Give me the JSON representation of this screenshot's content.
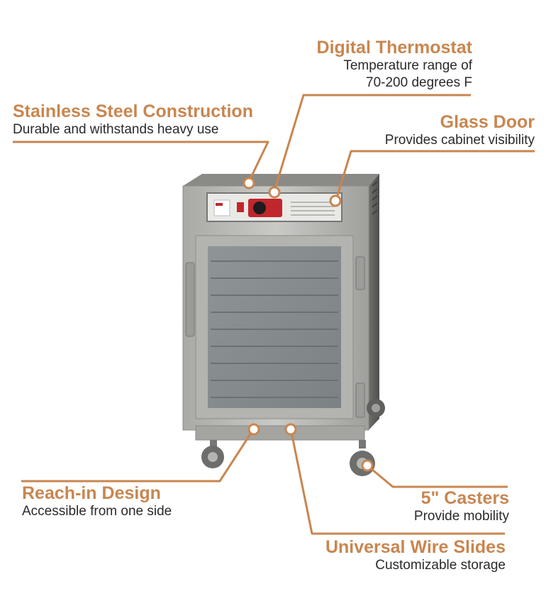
{
  "callouts": {
    "digital_thermostat": {
      "title": "Digital Thermostat",
      "desc_line1": "Temperature range of",
      "desc_line2": "70-200 degrees F"
    },
    "stainless_steel": {
      "title": "Stainless Steel Construction",
      "desc": "Durable and withstands heavy use"
    },
    "glass_door": {
      "title": "Glass Door",
      "desc": "Provides cabinet visibility"
    },
    "reach_in": {
      "title": "Reach-in Design",
      "desc": "Accessible from one side"
    },
    "casters": {
      "title": "5\" Casters",
      "desc": "Provide mobility"
    },
    "wire_slides": {
      "title": "Universal Wire Slides",
      "desc": "Customizable storage"
    }
  },
  "colors": {
    "accent": "#c8864f",
    "text": "#2a2a2a",
    "background": "#ffffff"
  }
}
